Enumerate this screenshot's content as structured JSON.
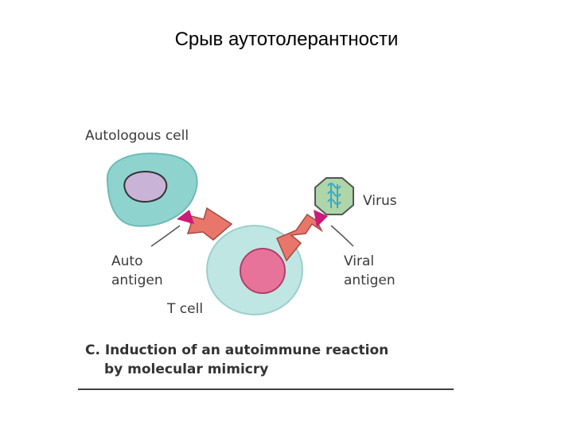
{
  "slide": {
    "title": "Срыв аутотолерантности"
  },
  "diagram": {
    "labels": {
      "autologous_cell": "Autologous cell",
      "virus": "Virus",
      "auto_antigen_line1": "Auto",
      "auto_antigen_line2": "antigen",
      "viral_antigen_line1": "Viral",
      "viral_antigen_line2": "antigen",
      "t_cell": "T cell"
    },
    "caption": {
      "line1": "C. Induction of an autoimmune reaction",
      "line2": "by molecular mimicry"
    },
    "colors": {
      "cell_body": "#8fd3cf",
      "nucleus_auto": "#c9b3d6",
      "t_cell_body": "#bfe6e3",
      "t_cell_nucleus": "#e8739a",
      "receptor": "#e8766b",
      "antigen": "#cc1a7a",
      "virus_body": "#aed6a8",
      "virus_dna": "#3aa8c9"
    }
  }
}
